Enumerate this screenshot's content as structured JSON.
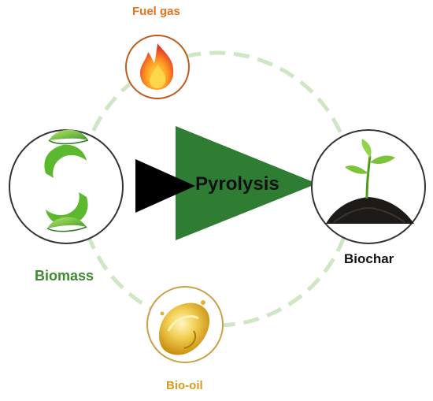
{
  "title": "",
  "center": {
    "label": "Pyrolysis"
  },
  "nodes": {
    "fuel_gas": {
      "label": "Fuel gas",
      "icon": "flame-icon",
      "label_color": "#e8711a",
      "ring_color": "#c05a1e"
    },
    "biomass": {
      "label": "Biomass",
      "icon": "leaf-cycle-icon",
      "label_color": "#3e8a2e",
      "ring_color": "#333333"
    },
    "biochar": {
      "label": "Biochar",
      "icon": "sapling-in-soil-icon",
      "label_color": "#111111",
      "ring_color": "#333333"
    },
    "bio_oil": {
      "label": "Bio-oil",
      "icon": "oil-splash-icon",
      "label_color": "#d89a1c",
      "ring_color": "#c9a04a"
    }
  },
  "colors": {
    "cycle_dash": "#cfe6c4",
    "big_arrow": "#2e7d32",
    "small_arrow": "#000000"
  }
}
